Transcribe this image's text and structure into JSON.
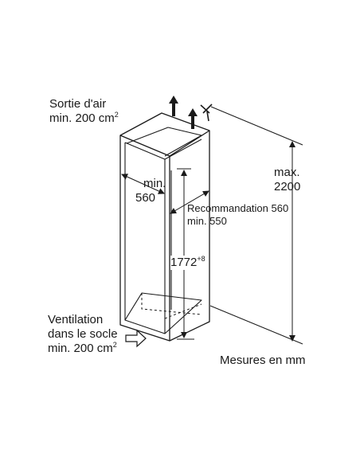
{
  "labels": {
    "air_outlet_title": "Sortie d'air",
    "air_outlet_min": "min. 200 cm",
    "air_outlet_sup": "2",
    "max_label": "max.",
    "max_value": "2200",
    "niche_min_label": "min.",
    "niche_min_value": "560",
    "recommendation": "Recommandation 560",
    "recommendation_min": "min. 550",
    "height_value": "1772",
    "height_sup": "+8",
    "ventilation_line1": "Ventilation",
    "ventilation_line2": "dans le socle",
    "ventilation_min": "min. 200 cm",
    "ventilation_sup": "2",
    "units_note": "Mesures en mm"
  }
}
